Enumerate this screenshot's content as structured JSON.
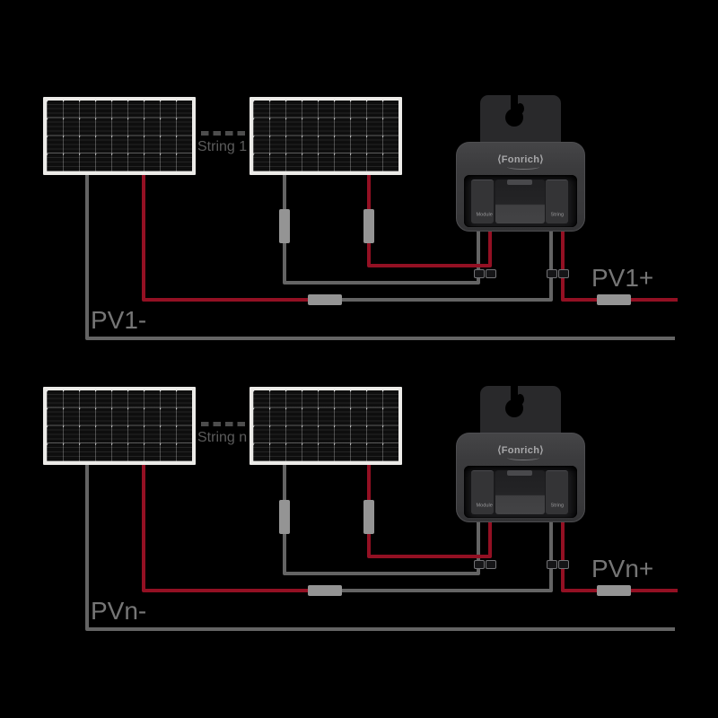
{
  "strings": [
    {
      "name": "String 1",
      "pv_negative": "PV1-",
      "pv_positive": "PV1+"
    },
    {
      "name": "String n",
      "pv_negative": "PVn-",
      "pv_positive": "PVn+"
    }
  ],
  "device": {
    "brand": "Fonrich",
    "logo_left_bracket": "⟨",
    "logo_right_bracket": "⟩",
    "module_port_label": "Module",
    "string_port_label": "String"
  },
  "colors": {
    "background": "#000000",
    "wire_positive_red": "#931023",
    "wire_negative_gray": "#646464",
    "inline_connector_gray": "#949494",
    "panel_frame_white": "#ecebe8",
    "device_body_gray": "#3b3b3d",
    "pv_label_gray": "#767676",
    "string_label_gray": "#5c5c5c"
  },
  "icons": {
    "solar_panel": "pv-module-cell-grid",
    "keyhole_mount": "keyhole-slot-cutout",
    "inline_connector": "mc4-coupler"
  }
}
